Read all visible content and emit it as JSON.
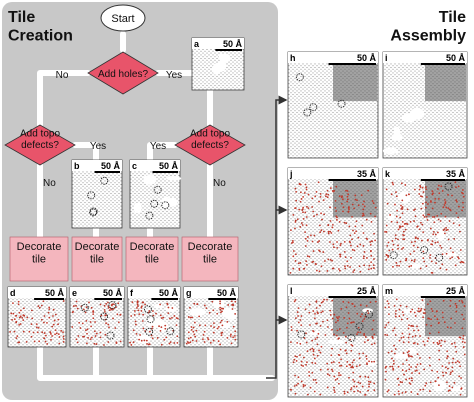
{
  "figure": {
    "left_title": "Tile\nCreation",
    "right_title": "Tile\nAssembly",
    "colors": {
      "panel_bg": "#c8c8c8",
      "decision_fill": "#e8546a",
      "decorate_fill": "#f4b6be",
      "connector": "#ffffff",
      "arrow": "#333333",
      "defect_red": "#c0392b",
      "ring": "#222222"
    }
  },
  "flowchart": {
    "start": "Start",
    "add_holes": "Add holes?",
    "add_topo_left": "Add topo\ndefects?",
    "add_topo_right": "Add topo\ndefects?",
    "decorate": [
      "Decorate\ntile",
      "Decorate\ntile",
      "Decorate\ntile",
      "Decorate\ntile"
    ],
    "yes": "Yes",
    "no": "No"
  },
  "tiles": [
    {
      "id": "a",
      "label": "a",
      "scale": "50 Å",
      "holes": true,
      "rings": false,
      "decorated": false,
      "shaded": false
    },
    {
      "id": "b",
      "label": "b",
      "scale": "50 Å",
      "holes": false,
      "rings": true,
      "decorated": false,
      "shaded": false
    },
    {
      "id": "c",
      "label": "c",
      "scale": "50 Å",
      "holes": true,
      "rings": true,
      "decorated": false,
      "shaded": false
    },
    {
      "id": "d",
      "label": "d",
      "scale": "50 Å",
      "holes": false,
      "rings": false,
      "decorated": true,
      "shaded": false
    },
    {
      "id": "e",
      "label": "e",
      "scale": "50 Å",
      "holes": false,
      "rings": true,
      "decorated": true,
      "shaded": false
    },
    {
      "id": "f",
      "label": "f",
      "scale": "50 Å",
      "holes": true,
      "rings": true,
      "decorated": true,
      "shaded": false
    },
    {
      "id": "g",
      "label": "g",
      "scale": "50 Å",
      "holes": true,
      "rings": false,
      "decorated": true,
      "shaded": false
    },
    {
      "id": "h",
      "label": "h",
      "scale": "50 Å",
      "holes": false,
      "rings": true,
      "decorated": false,
      "shaded": true
    },
    {
      "id": "i",
      "label": "i",
      "scale": "50 Å",
      "holes": true,
      "rings": false,
      "decorated": false,
      "shaded": true
    },
    {
      "id": "j",
      "label": "j",
      "scale": "35 Å",
      "holes": false,
      "rings": false,
      "decorated": true,
      "shaded": true
    },
    {
      "id": "k",
      "label": "k",
      "scale": "35 Å",
      "holes": true,
      "rings": true,
      "decorated": true,
      "shaded": true
    },
    {
      "id": "l",
      "label": "l",
      "scale": "25 Å",
      "holes": true,
      "rings": true,
      "decorated": true,
      "shaded": true
    },
    {
      "id": "m",
      "label": "m",
      "scale": "25 Å",
      "holes": true,
      "rings": false,
      "decorated": true,
      "shaded": true
    }
  ]
}
